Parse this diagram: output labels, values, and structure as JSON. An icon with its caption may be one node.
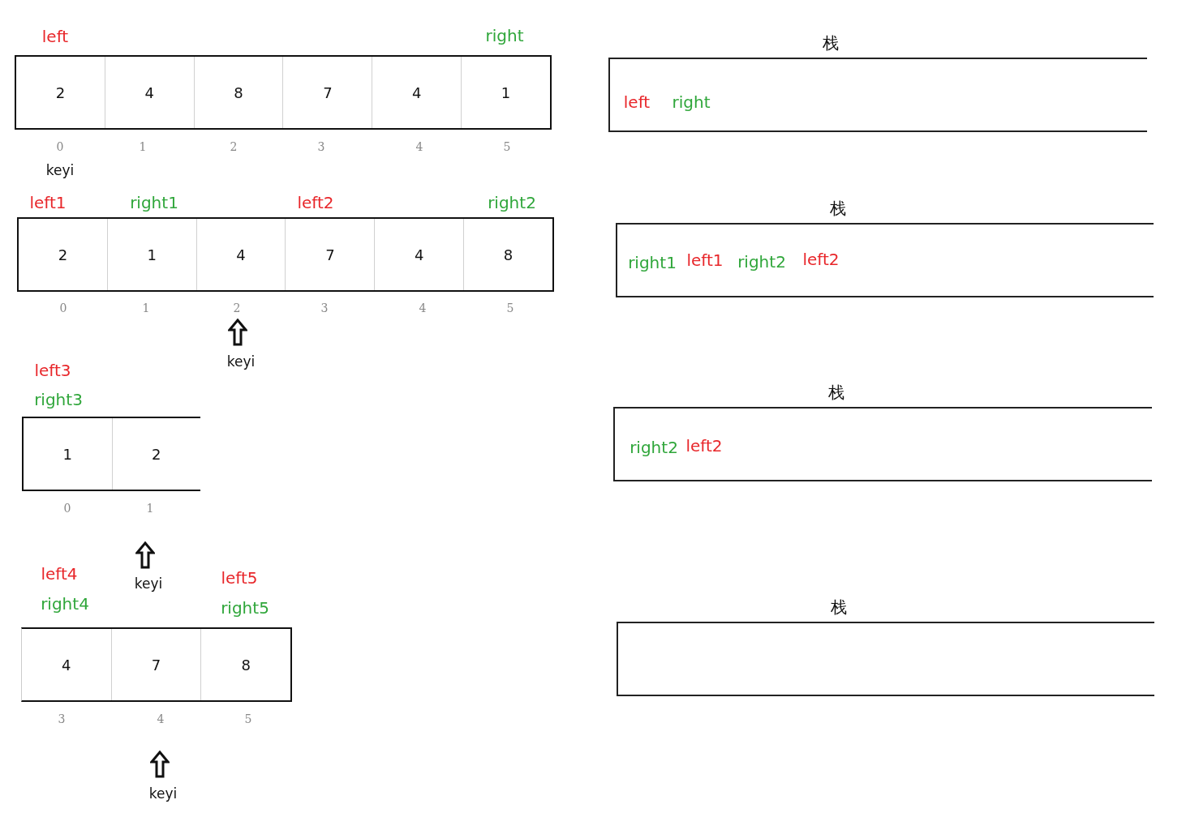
{
  "diagram": {
    "nodes": [
      {
        "text": [],
        "shape": "box"
      },
      {
        "text": [
          "2"
        ],
        "in": 0
      },
      {
        "text": [
          "4"
        ],
        "in": 0
      },
      {
        "text": [
          "8"
        ],
        "in": 0
      },
      {
        "text": [
          "7"
        ],
        "in": 0
      },
      {
        "text": [
          "4"
        ],
        "in": 0
      },
      {
        "text": [
          "1"
        ],
        "in": 0
      },
      {
        "text": [
          "栈",
          "left",
          "right"
        ]
      },
      {
        "text": [],
        "shape": "box"
      },
      {
        "text": [
          "2"
        ],
        "in": 8
      },
      {
        "text": [
          "1"
        ],
        "in": 8
      },
      {
        "text": [
          "4"
        ],
        "in": 8
      },
      {
        "text": [
          "7"
        ],
        "in": 8
      },
      {
        "text": [
          "4"
        ],
        "in": 8
      },
      {
        "text": [
          "8"
        ],
        "in": 8
      },
      {
        "text": [
          "栈",
          "right1",
          "left1",
          "right2",
          "left2"
        ]
      },
      {
        "text": [],
        "shape": "box"
      },
      {
        "text": [
          "1"
        ],
        "in": 16
      },
      {
        "text": [
          "2"
        ],
        "in": 16
      },
      {
        "text": [
          "栈",
          "right2",
          "left2"
        ]
      },
      {
        "text": [],
        "shape": "box"
      },
      {
        "text": [
          "4"
        ],
        "in": 20
      },
      {
        "text": [
          "7"
        ],
        "in": 20
      },
      {
        "text": [
          "8"
        ],
        "in": 20
      },
      {
        "text": [
          "栈"
        ]
      }
    ],
    "labels": [
      "left",
      "right",
      "0",
      "1",
      "2",
      "3",
      "4",
      "5",
      "keyi",
      "left1",
      "right1",
      "left2",
      "right2",
      "0",
      "1",
      "2",
      "3",
      "4",
      "5",
      "keyi",
      "left3",
      "right3",
      "0",
      "1",
      "left4",
      "keyi",
      "left5",
      "right4",
      "right5",
      "3",
      "4",
      "5",
      "keyi"
    ]
  }
}
